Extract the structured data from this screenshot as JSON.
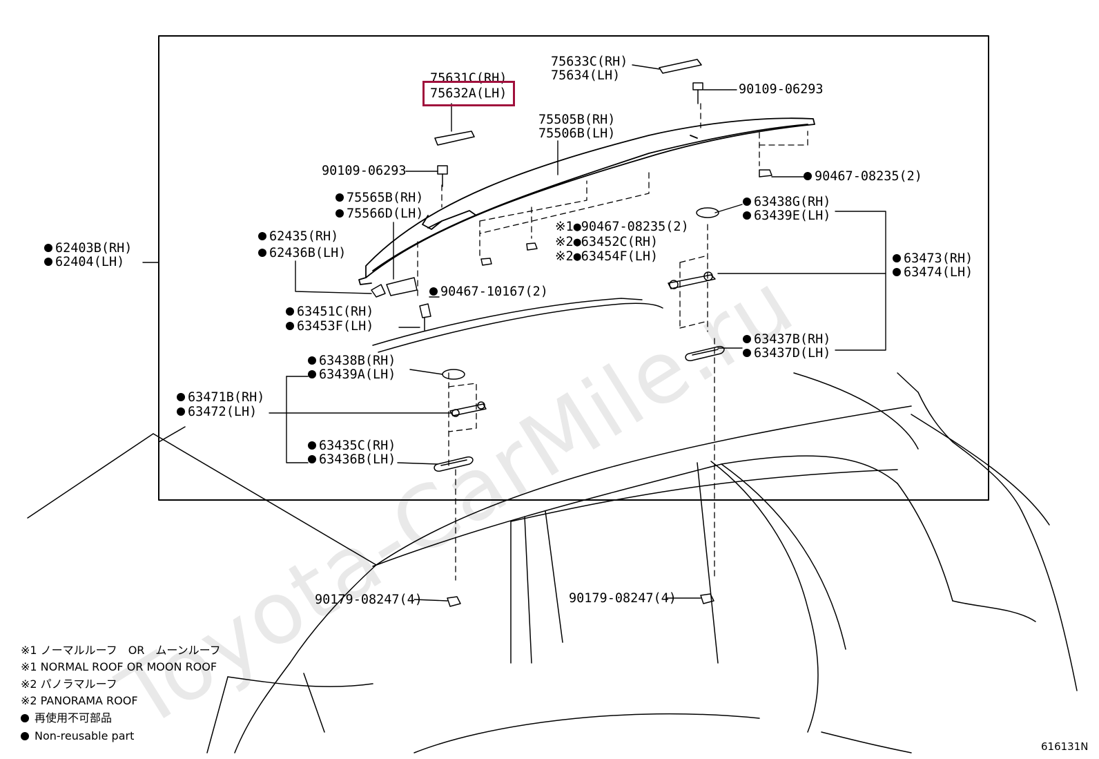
{
  "watermark": "Toyota-CarMile.ru",
  "figure_id": "616131N",
  "labels": {
    "l_75631c": "75631C(RH)",
    "l_75632a": "75632A(LH)",
    "l_75633c": "75633C(RH)",
    "l_75634": "75634(LH)",
    "l_90109_top": "90109-06293",
    "l_75505b": "75505B(RH)",
    "l_75506b": "75506B(LH)",
    "l_90109_left": "90109-06293",
    "l_90467_right": "90467-08235(2)",
    "l_75565b": "75565B(RH)",
    "l_75566d": "75566D(LH)",
    "l_63438g": "63438G(RH)",
    "l_63439e": "63439E(LH)",
    "l_62435": "62435(RH)",
    "l_62436b": "62436B(LH)",
    "l_90467_mid": "※1●90467-08235(2)",
    "l_63452c": "※2●63452C(RH)",
    "l_63454f": "※2●63454F(LH)",
    "l_62403b": "62403B(RH)",
    "l_62404": "62404(LH)",
    "l_63473": "63473(RH)",
    "l_63474": "63474(LH)",
    "l_90467_10167": "90467-10167(2)",
    "l_63451c": "63451C(RH)",
    "l_63453f": "63453F(LH)",
    "l_63437b": "63437B(RH)",
    "l_63437d": "63437D(LH)",
    "l_63438b": "63438B(RH)",
    "l_63439a": "63439A(LH)",
    "l_63471b": "63471B(RH)",
    "l_63472": "63472(LH)",
    "l_63435c": "63435C(RH)",
    "l_63436b": "63436B(LH)",
    "l_90179_left": "90179-08247(4)",
    "l_90179_right": "90179-08247(4)"
  },
  "legend": {
    "n1_jp": "※1 ノーマルルーフ　OR　ムーンルーフ",
    "n1_en": "※1 NORMAL ROOF OR MOON ROOF",
    "n2_jp": "※2 パノラマルーフ",
    "n2_en": "※2 PANORAMA ROOF",
    "nr_jp": "再使用不可部品",
    "nr_en": "Non-reusable part"
  },
  "highlight_color": "#a0103c"
}
